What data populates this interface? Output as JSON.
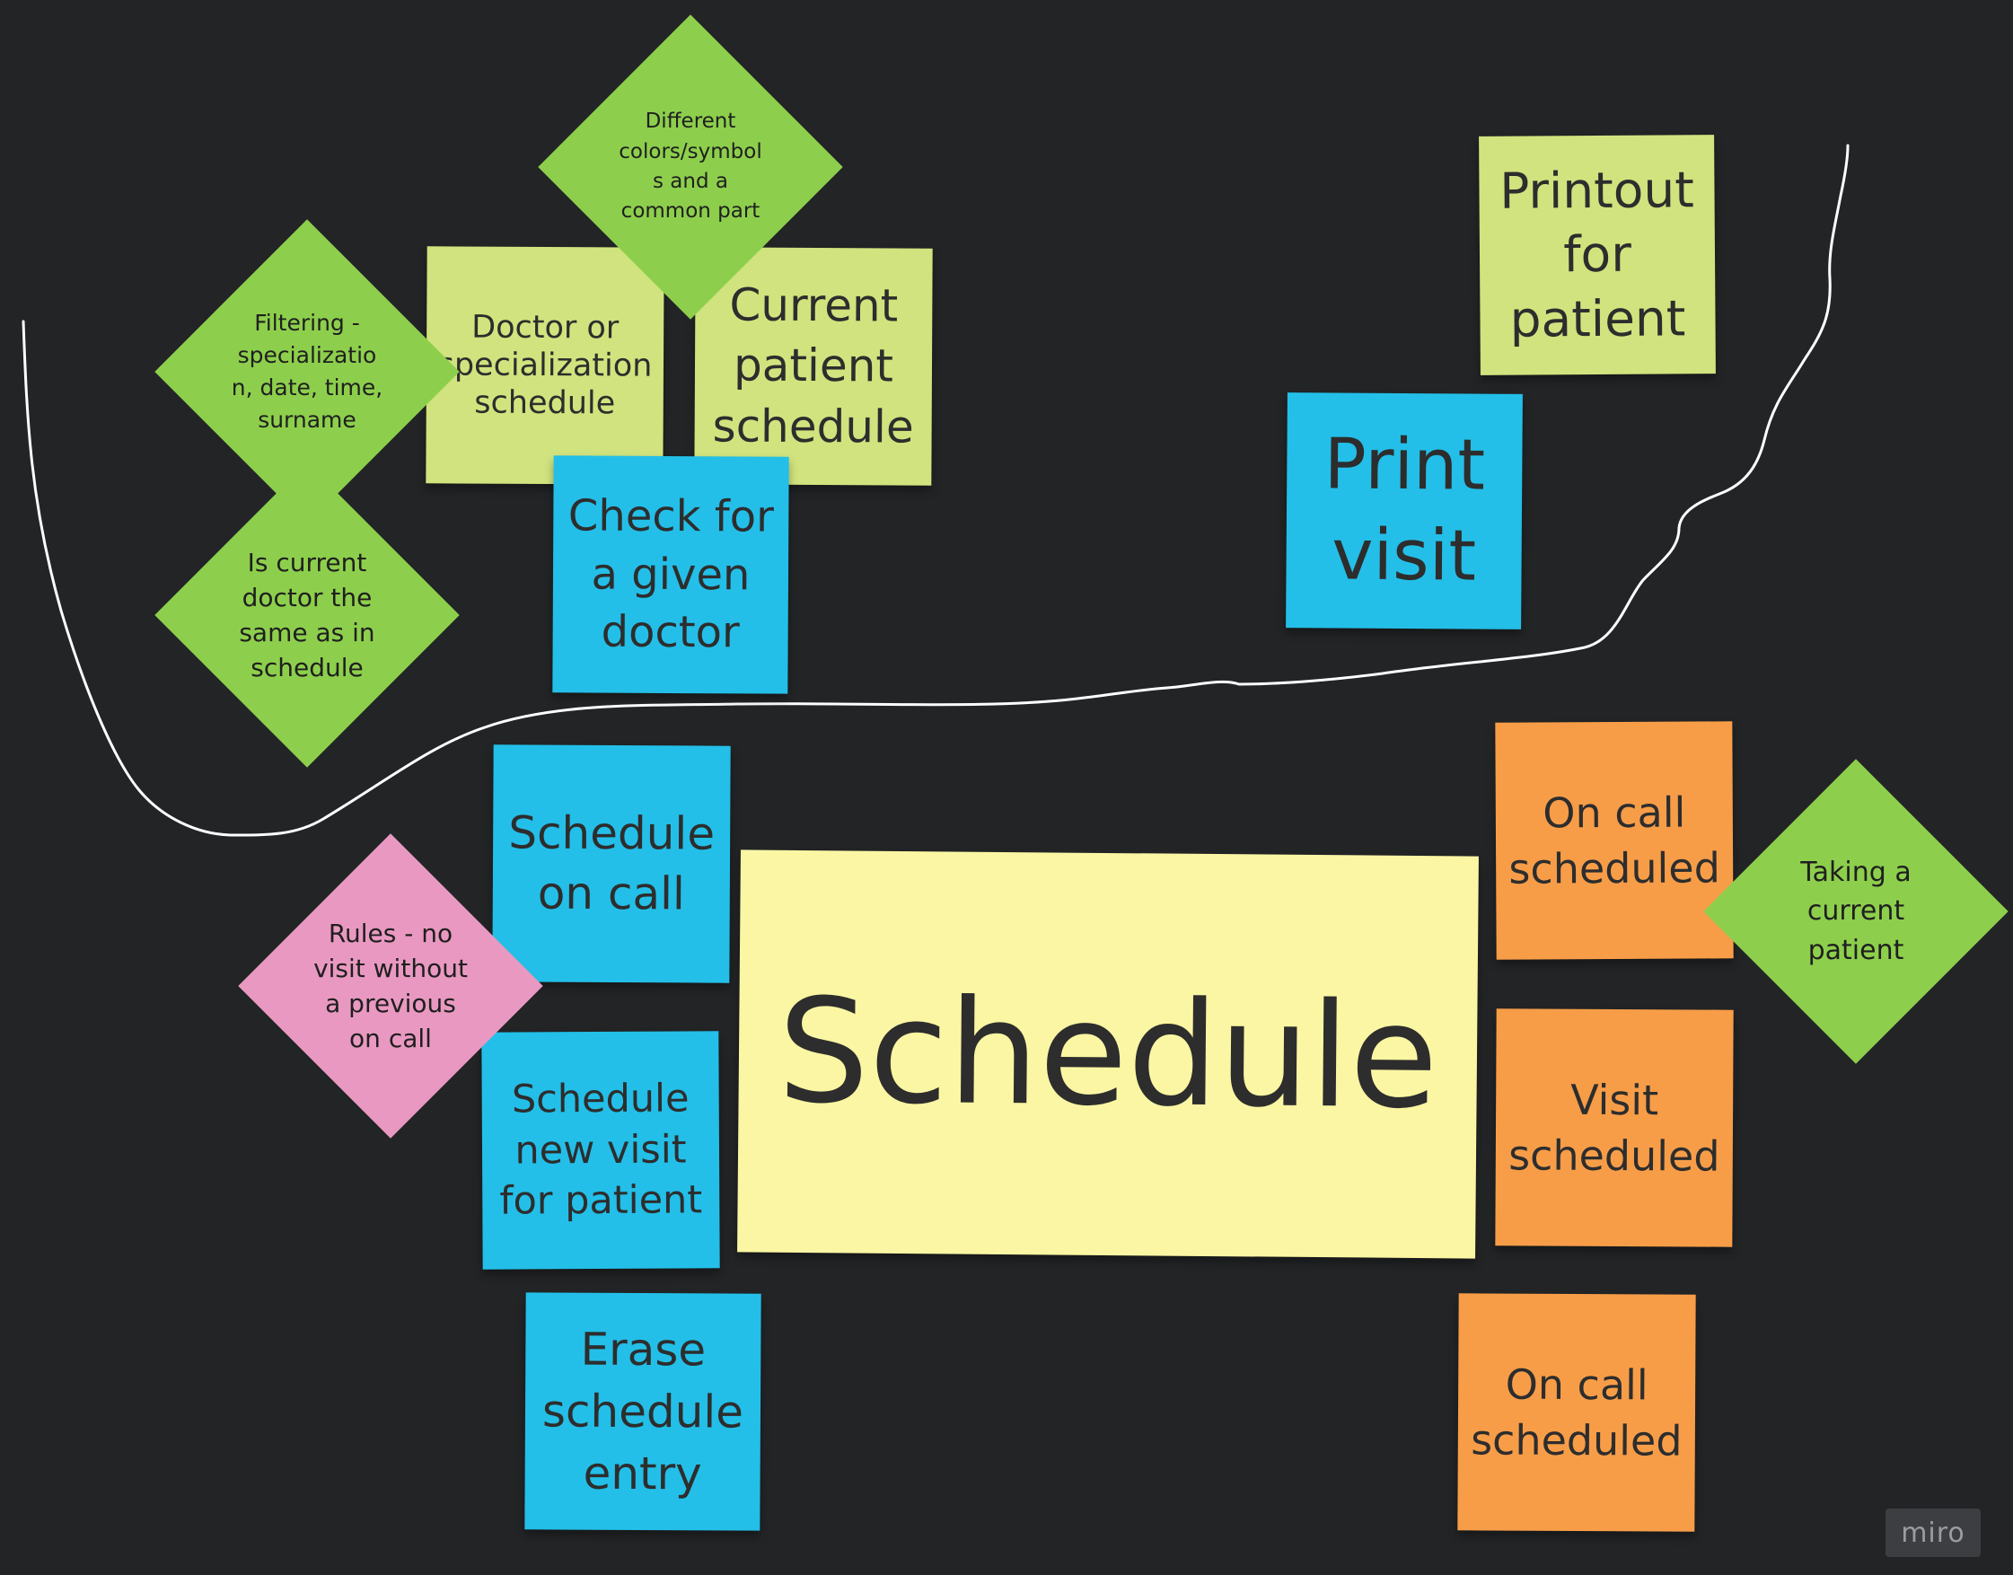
{
  "board": {
    "background": "#222426",
    "brand": "miro"
  },
  "notes": {
    "schedule": "Schedule",
    "doctor_schedule": "Doctor or specialization schedule",
    "current_patient_schedule": "Current patient schedule",
    "check_doctor": "Check for a given doctor",
    "printout": "Printout for patient",
    "print_visit": "Print visit",
    "schedule_on_call": "Schedule on call",
    "schedule_new_visit": "Schedule new visit for patient",
    "erase_entry": "Erase schedule entry",
    "on_call_scheduled_1": "On call scheduled",
    "visit_scheduled": "Visit scheduled",
    "on_call_scheduled_2": "On call scheduled"
  },
  "diamonds": {
    "different_colors": "Different colors/symbol s and a common part",
    "filtering": "Filtering - specializatio n, date, time, surname",
    "is_current_doctor": "Is current doctor the same as in schedule",
    "rules": "Rules - no visit without a previous on call",
    "taking_patient": "Taking a current patient"
  },
  "colors": {
    "yellow": "#fbf6a3",
    "lime": "#d1e37e",
    "blue": "#23bfe8",
    "orange": "#f79d48",
    "green_diamond": "#8dcf4c",
    "pink_diamond": "#e999c1",
    "ink": "#ffffff"
  }
}
